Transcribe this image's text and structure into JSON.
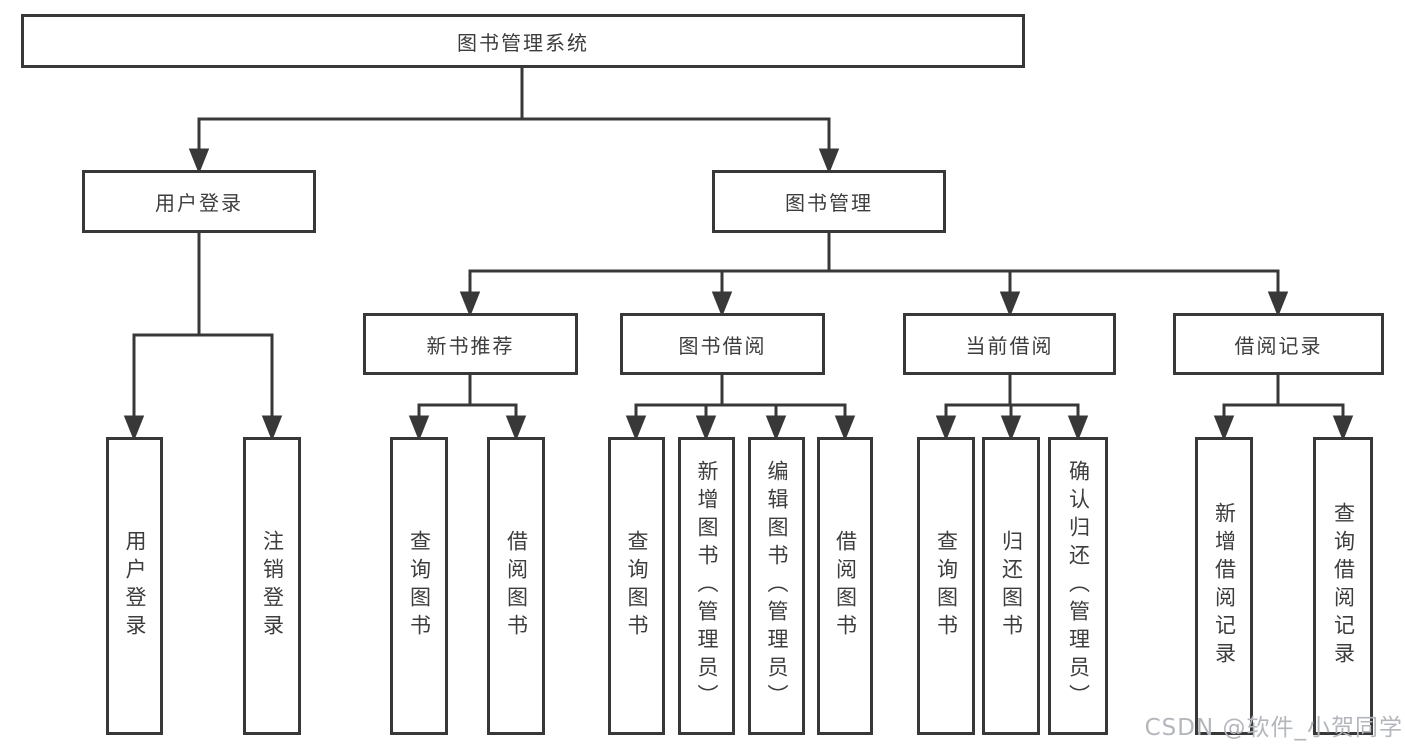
{
  "title_box": "图书管理系统",
  "branches": {
    "user": {
      "label": "用户登录",
      "children": [
        "用户登录",
        "注销登录"
      ]
    },
    "book": {
      "label": "图书管理",
      "groups": [
        {
          "label": "新书推荐",
          "children": [
            "查询图书",
            "借阅图书"
          ]
        },
        {
          "label": "图书借阅",
          "children": [
            "查询图书",
            "新增图书（管理员）",
            "编辑图书（管理员）",
            "借阅图书"
          ]
        },
        {
          "label": "当前借阅",
          "children": [
            "查询图书",
            "归还图书",
            "确认归还（管理员）"
          ]
        },
        {
          "label": "借阅记录",
          "children": [
            "新增借阅记录",
            "查询借阅记录"
          ]
        }
      ]
    }
  },
  "watermark": "CSDN @软件_小贺同学",
  "colors": {
    "line": "#383838",
    "text": "#3d3d3d",
    "watermark": "#b3b6bb",
    "background": "#ffffff"
  }
}
